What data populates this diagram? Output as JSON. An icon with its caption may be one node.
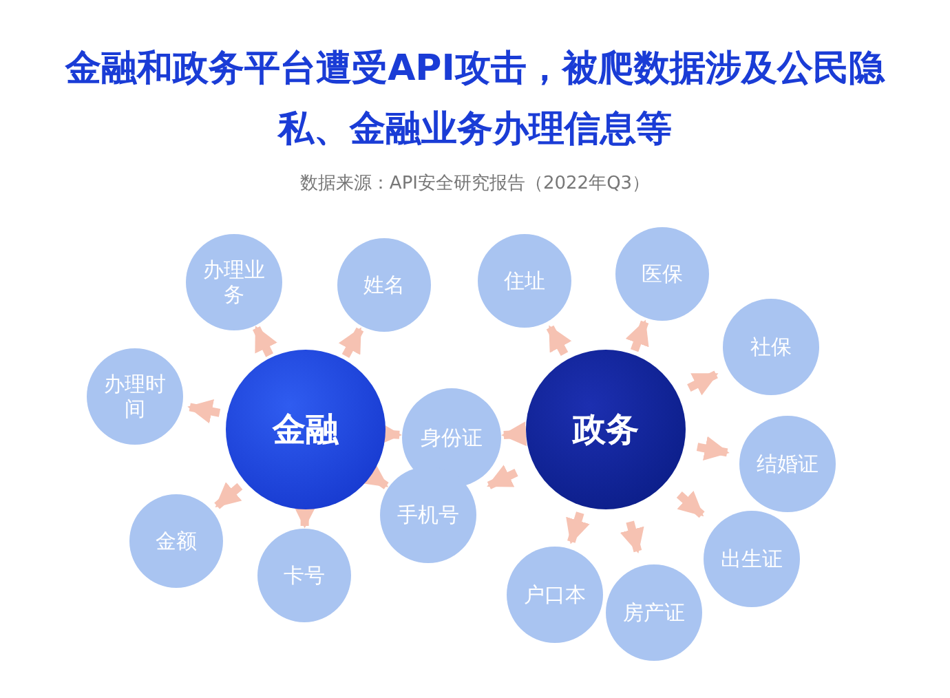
{
  "diagram": {
    "title": "金融和政务平台遭受API攻击，被爬数据涉及公民隐私、金融业务办理信息等",
    "nodes": [
      {
        "text": [
          "金融"
        ]
      },
      {
        "text": [
          "政务"
        ]
      },
      {
        "text": [
          "办理业务"
        ]
      },
      {
        "text": [
          "姓名"
        ]
      },
      {
        "text": [
          "住址"
        ]
      },
      {
        "text": [
          "医保"
        ]
      },
      {
        "text": [
          "办理时间"
        ]
      },
      {
        "text": [
          "社保"
        ]
      },
      {
        "text": [
          "身份证"
        ]
      },
      {
        "text": [
          "结婚证"
        ]
      },
      {
        "text": [
          "金额"
        ]
      },
      {
        "text": [
          "手机号"
        ]
      },
      {
        "text": [
          "卡号"
        ]
      },
      {
        "text": [
          "出生证"
        ]
      },
      {
        "text": [
          "户口本"
        ]
      },
      {
        "text": [
          "房产证"
        ]
      }
    ],
    "edges": [
      {
        "from": 0,
        "to": 2,
        "arrow": "to"
      },
      {
        "from": 0,
        "to": 3,
        "arrow": "to"
      },
      {
        "from": 0,
        "to": 6,
        "arrow": "to"
      },
      {
        "from": 0,
        "to": 8,
        "arrow": "to"
      },
      {
        "from": 0,
        "to": 10,
        "arrow": "to"
      },
      {
        "from": 0,
        "to": 12,
        "arrow": "to"
      },
      {
        "from": 0,
        "to": 11,
        "arrow": "to"
      },
      {
        "from": 1,
        "to": 4,
        "arrow": "to"
      },
      {
        "from": 1,
        "to": 5,
        "arrow": "to"
      },
      {
        "from": 1,
        "to": 7,
        "arrow": "to"
      },
      {
        "from": 1,
        "to": 8,
        "arrow": "to"
      },
      {
        "from": 1,
        "to": 9,
        "arrow": "to"
      },
      {
        "from": 1,
        "to": 13,
        "arrow": "to"
      },
      {
        "from": 1,
        "to": 15,
        "arrow": "to"
      },
      {
        "from": 1,
        "to": 14,
        "arrow": "to"
      },
      {
        "from": 1,
        "to": 11,
        "arrow": "to"
      }
    ],
    "labels": [
      "数据来源：API安全研究报告（2022年Q3）"
    ]
  }
}
